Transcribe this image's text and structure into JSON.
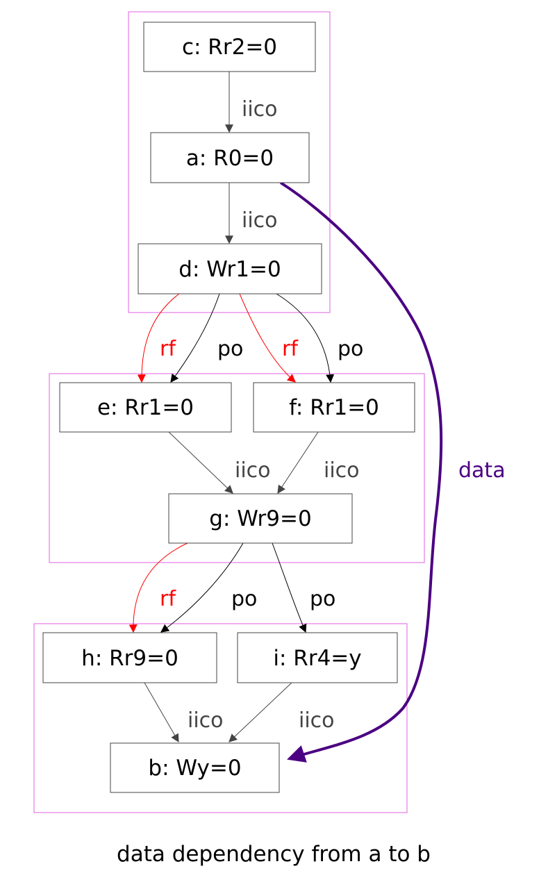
{
  "caption": "data dependency from a to b",
  "colors": {
    "iico": "#444444",
    "po": "#000000",
    "rf": "#ff0000",
    "data": "#4b0082",
    "group": "#e060e0"
  },
  "nodes": {
    "c": "c: Rr2=0",
    "a": "a: R0=0",
    "d": "d: Wr1=0",
    "e": "e: Rr1=0",
    "f": "f: Rr1=0",
    "g": "g: Wr9=0",
    "h": "h: Rr9=0",
    "i": "i: Rr4=y",
    "b": "b: Wy=0"
  },
  "edges": {
    "c_a": "iico",
    "a_d": "iico",
    "d_e_rf": "rf",
    "d_e_po": "po",
    "d_f_rf": "rf",
    "d_f_po": "po",
    "e_g": "iico",
    "f_g": "iico",
    "g_h_rf": "rf",
    "g_h_po": "po",
    "g_i_po": "po",
    "h_b": "iico",
    "i_b": "iico",
    "a_b_data": "data"
  }
}
